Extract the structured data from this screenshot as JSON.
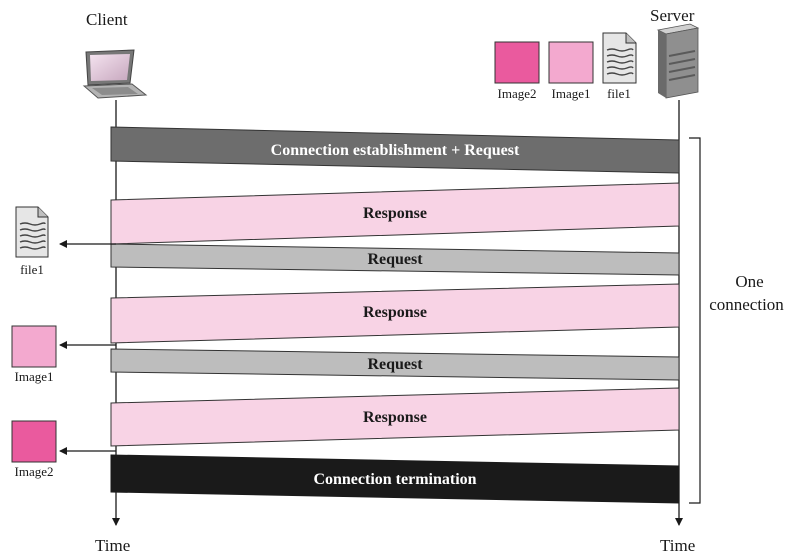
{
  "client": {
    "label": "Client",
    "time_label": "Time"
  },
  "server": {
    "label": "Server",
    "time_label": "Time"
  },
  "server_files": [
    {
      "label": "Image2",
      "color": "#ea5a9e"
    },
    {
      "label": "Image1",
      "color": "#f3a9cf"
    },
    {
      "label": "file1"
    }
  ],
  "client_files": [
    {
      "label": "file1"
    },
    {
      "label": "Image1",
      "color": "#f3a9cf"
    },
    {
      "label": "Image2",
      "color": "#ea5a9e"
    }
  ],
  "messages": [
    {
      "label": "Connection establishment + Request",
      "direction": "to-server",
      "fill": "#6d6d6d",
      "text_color": "#ffffff"
    },
    {
      "label": "Response",
      "direction": "to-client",
      "fill": "#f8d3e5",
      "text_color": "#1a1a1a"
    },
    {
      "label": "Request",
      "direction": "to-server",
      "fill": "#bdbdbd",
      "text_color": "#1a1a1a"
    },
    {
      "label": "Response",
      "direction": "to-client",
      "fill": "#f8d3e5",
      "text_color": "#1a1a1a"
    },
    {
      "label": "Request",
      "direction": "to-server",
      "fill": "#bdbdbd",
      "text_color": "#1a1a1a"
    },
    {
      "label": "Response",
      "direction": "to-client",
      "fill": "#f8d3e5",
      "text_color": "#1a1a1a"
    },
    {
      "label": "Connection termination",
      "direction": "to-server",
      "fill": "#1a1a1a",
      "text_color": "#ffffff"
    }
  ],
  "connection_brace": {
    "line1": "One",
    "line2": "connection"
  }
}
